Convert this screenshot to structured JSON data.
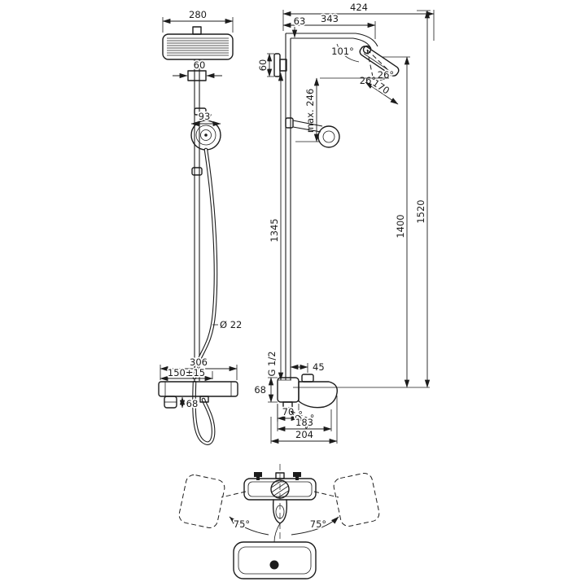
{
  "page": {
    "background": "#ffffff",
    "line_color": "#1c1c1c"
  },
  "front_view": {
    "head_width": "280",
    "bracket_width": "60",
    "hand_shower_diameter": "93",
    "hose_diameter": "Ø 22",
    "shelf_width": "306",
    "mounting_tolerance": "150±15",
    "valve_height": "68"
  },
  "side_view": {
    "total_reach": "424",
    "arm_reach": "343",
    "head_drop": "63",
    "bracket_height": "60",
    "head_angle": "101°",
    "tilt_back": "26°",
    "tilt_front": "26°",
    "head_length": "170",
    "max_handshower_height": "max. 246",
    "bracket_height_from_valve": "1345",
    "head_face_height": "1400",
    "total_height": "1520",
    "connection_thread": "G 1/2",
    "knob_offset": "45",
    "valve_height": "68",
    "valve_depth": "70",
    "spout_angle_small": "9°",
    "spout_angle_large": "45°",
    "shelf_depth": "183",
    "total_depth": "204"
  },
  "top_view": {
    "swivel_left": "75°",
    "swivel_right": "75°"
  }
}
